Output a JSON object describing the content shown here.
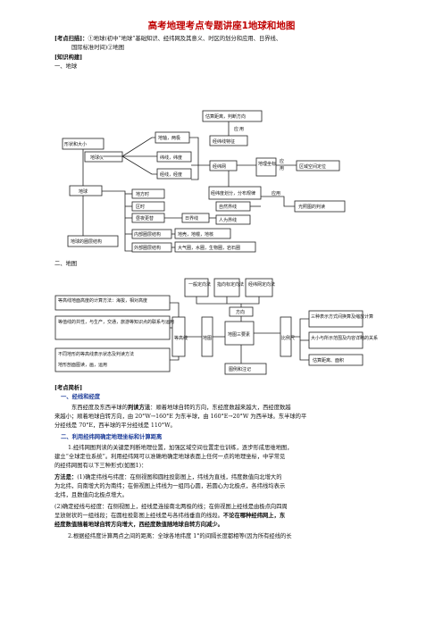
{
  "title": "高考地理考点专题讲座1地球和地图",
  "scan": {
    "label": "[考点扫描]：",
    "line1": "①地球(初中“地球”基础知识、经纬网及其意义、时区的划分和应用、日界线、",
    "line2": "国际标准时间)②地图"
  },
  "knowledge_label": "[知识构建]",
  "sec1": "一、地球",
  "sec2": "二、地图",
  "d1": {
    "shape": "形状和大小",
    "globe_model": "地球仪",
    "earth": "地球",
    "axis_poles": "地轴，两极",
    "lat_lon_lines": "纬线，纬度",
    "meridians": "经线，经度",
    "estimate": "估算距离，判断方向",
    "apply1": "应",
    "apply2": "用",
    "grid_law": "经纬线特征",
    "grid": "经纬网",
    "geo_coord": "地理坐标",
    "region_pos": "区域空间定位",
    "grid_coord": "经纬度划分，分布规律",
    "natural_belt": "自然界线",
    "human_belt": "人为界线",
    "apply_h": "应用",
    "dawn": "光照图的判读",
    "local_time": "地方时",
    "zone_time": "区时",
    "dst": "昼夜更替",
    "dateline": "日界线",
    "inner_layers": "内部圈层结构",
    "crust": "地壳，地幔，地核",
    "outer_layers": "外部圈层结构",
    "spheres": "大气圈，水圈，生物圈，岩石圈",
    "layers": "地球的圈层结构"
  },
  "d2": {
    "general": "一般定向法",
    "pointer": "指向标定向法",
    "gridmeth": "经纬网定向法",
    "direction": "方向",
    "contour_calc": "等高线地面高度的计算方法：海拔，相对高度",
    "contour_feat": "等值线的共性，与生产，交通，旅游等知识点的联系与运用",
    "contour_judge": "不同地形的等高线表示状态及判读方法",
    "profile": "地形剖面图读，画，运用",
    "contour": "等高线",
    "map": "地图",
    "map3": "地图三要素",
    "scale": "比例尺",
    "symbols": "图例和注记",
    "scale_conv": "三种表示方式间换算及缩放计算",
    "scale_rel": "大小与所示范围及内容详略的关系",
    "estimate": "估算距离、面积"
  },
  "analysis_label": "[考点简析]",
  "h1": "一、经线和经度",
  "p1": {
    "pre": "东西经度及东西半球的",
    "bold": "判读方法",
    "mid": "：顺着地球自转的方向，东经度数越来越大，西经度数越",
    "line2": "来越小；顺着地球自转方向，由 20°W→160°E 为东半球，由 160°E→20°W 为西半球。东半球的平",
    "line3": "分经线是 70°E，西半球的平分经线是 110°W。"
  },
  "h2": "二、利用经纬网确定地理坐标和计算距离",
  "p2": {
    "line1": "1.经纬网图判读的关键是判断地理位置，加强区域空间位置定位训练，逐步形成思维地图，",
    "line2": "建立“全球定位系统”。利用经纬网可以准确地确定地球表面上任何一点的地理坐标，中学常见",
    "line3": "的经纬网图有以下三种形式(如图1)："
  },
  "p3": {
    "label": "方法是：",
    "line1": "(1)确定纬线与纬度：在侧视图和圆柱投影图上，纬线为直线，纬度数值向北增大的",
    "line2": "为北纬，向南增大的为南纬；在俯视图上纬线为一组同心圆，若圆心为北极点，各纬线均表示",
    "line3": "北纬，且数值向北极点增大。"
  },
  "p4": {
    "line1": "(2)确定经线与经度：在侧视图上，经线是连接南北两极的线；在俯视图上经线是由极点向四周",
    "line2": "呈放射状的一组线段；在圆柱投影图上经线是与各纬线垂直的线段。",
    "bold1": "不论在哪种经纬网上，东",
    "bold2": "经度数值随着地球自转方向增大，西经度数值随地球自转方向减少。"
  },
  "p5": {
    "line1": "2.根据经纬度计算两点之间的距离：全球各地纬度 1°的间隔长度都相等(因为所有经线的长"
  }
}
